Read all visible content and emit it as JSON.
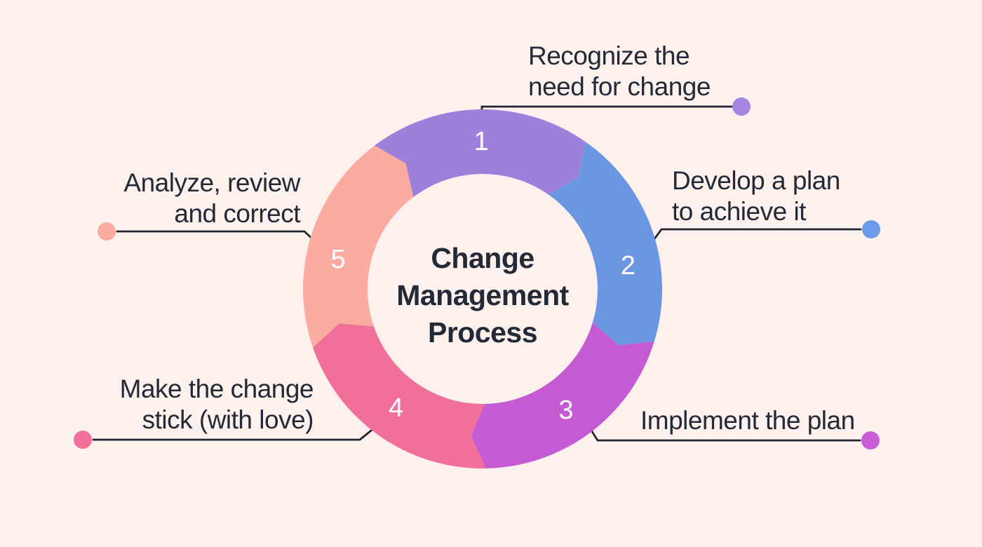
{
  "background_color": "#fdf1ee",
  "ink_color": "#232936",
  "connector_color": "#20242e",
  "title": {
    "text": "Change Management Process",
    "lines": [
      "Change",
      "Management",
      "Process"
    ],
    "color": "#1e2330"
  },
  "chart_data": {
    "type": "donut-process-cycle",
    "title": "Change Management Process",
    "direction": "clockwise",
    "segment_count": 5,
    "number_text_color": "#ffffff",
    "segments": [
      {
        "number": "1",
        "label": "Recognize the need for change",
        "label_lines": [
          "Recognize the",
          "need for change"
        ],
        "color": "#9e80da",
        "dot_color": "#a684e2"
      },
      {
        "number": "2",
        "label": "Develop a plan to achieve it",
        "label_lines": [
          "Develop a plan",
          "to achieve it"
        ],
        "color": "#6b96e2",
        "dot_color": "#6b9ce9"
      },
      {
        "number": "3",
        "label": "Implement the plan",
        "label_lines": [
          "Implement the plan"
        ],
        "color": "#c55bd3",
        "dot_color": "#ca5cd6"
      },
      {
        "number": "4",
        "label": "Make the change stick (with love)",
        "label_lines": [
          "Make the change",
          "stick (with love)"
        ],
        "color": "#f0709a",
        "dot_color": "#f2719b"
      },
      {
        "number": "5",
        "label": "Analyze, review and correct",
        "label_lines": [
          "Analyze, review",
          "and correct"
        ],
        "color": "#fbaba0",
        "dot_color": "#fbab9f"
      }
    ]
  }
}
